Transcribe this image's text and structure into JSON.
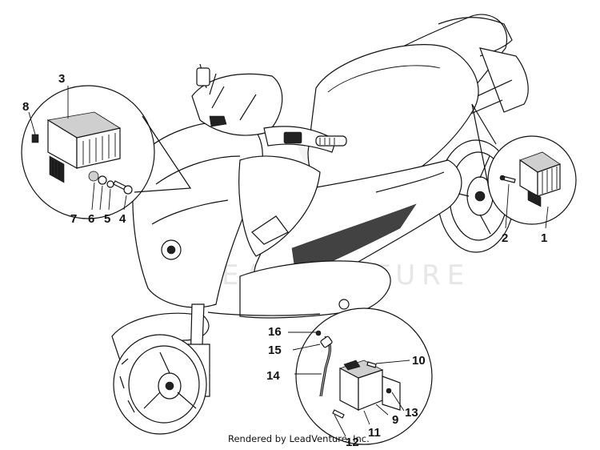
{
  "watermark": "LEADVENTURE",
  "credit": "Rendered by LeadVenture, Inc.",
  "callouts": {
    "c1": "1",
    "c2": "2",
    "c3": "3",
    "c4": "4",
    "c5": "5",
    "c6": "6",
    "c7": "7",
    "c8": "8",
    "c9": "9",
    "c10": "10",
    "c11": "11",
    "c12": "12",
    "c13": "13",
    "c14": "14",
    "c15": "15",
    "c16": "16"
  }
}
